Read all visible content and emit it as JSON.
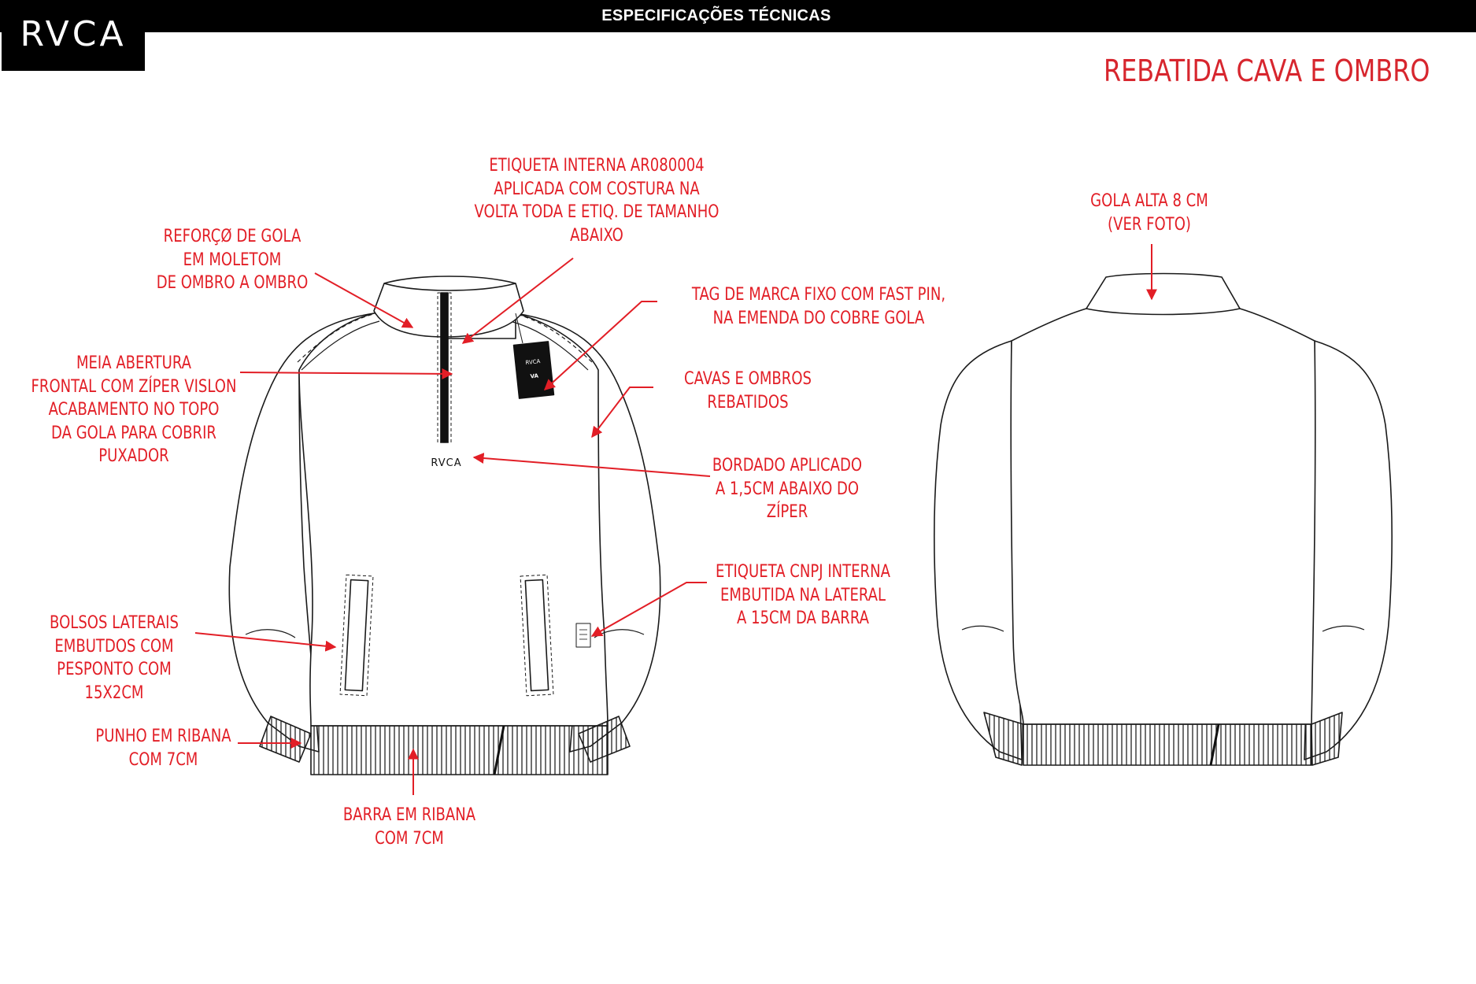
{
  "header": {
    "title": "ESPECIFICAÇÕES TÉCNICAS",
    "logo": "RVCA"
  },
  "section_title": "REBATIDA CAVA E OMBRO",
  "front": {
    "chest_logo": "RVCA",
    "hang_tag": {
      "brand": "RVCA",
      "mark": "VA"
    }
  },
  "notes": {
    "collar_reinforcement": [
      "REFORÇØ DE GOLA",
      "EM MOLETOM",
      "DE OMBRO A OMBRO"
    ],
    "internal_label": [
      "ETIQUETA INTERNA AR080004",
      "APLICADA COM COSTURA NA",
      "VOLTA TODA E ETIQ. DE TAMANHO",
      "ABAIXO"
    ],
    "brand_tag": [
      "TAG DE MARCA FIXO COM FAST PIN,",
      "NA EMENDA DO COBRE GOLA"
    ],
    "half_zip": [
      "MEIA ABERTURA",
      "FRONTAL COM ZÍPER VISLON",
      "ACABAMENTO NO TOPO",
      "DA GOLA PARA COBRIR",
      "PUXADOR"
    ],
    "armholes": [
      "CAVAS E OMBROS",
      "REBATIDOS"
    ],
    "embroidery": [
      "BORDADO APLICADO",
      "A 1,5CM ABAIXO DO",
      "ZÍPER"
    ],
    "cnpj_label": [
      "ETIQUETA CNPJ INTERNA",
      "EMBUTIDA NA LATERAL",
      "A 15CM DA BARRA"
    ],
    "pockets": [
      "BOLSOS LATERAIS",
      "EMBUTDOS COM",
      "PESPONTO COM",
      "15X2CM"
    ],
    "cuff": [
      "PUNHO EM RIBANA",
      "COM 7CM"
    ],
    "hem": [
      "BARRA EM RIBANA",
      "COM 7CM"
    ],
    "high_collar": [
      "GOLA ALTA 8 CM",
      "(VER FOTO)"
    ]
  },
  "colors": {
    "annotation": "#e21e26",
    "title": "#d7262e",
    "header_bg": "#000000",
    "line_art": "#1a1a1a"
  }
}
